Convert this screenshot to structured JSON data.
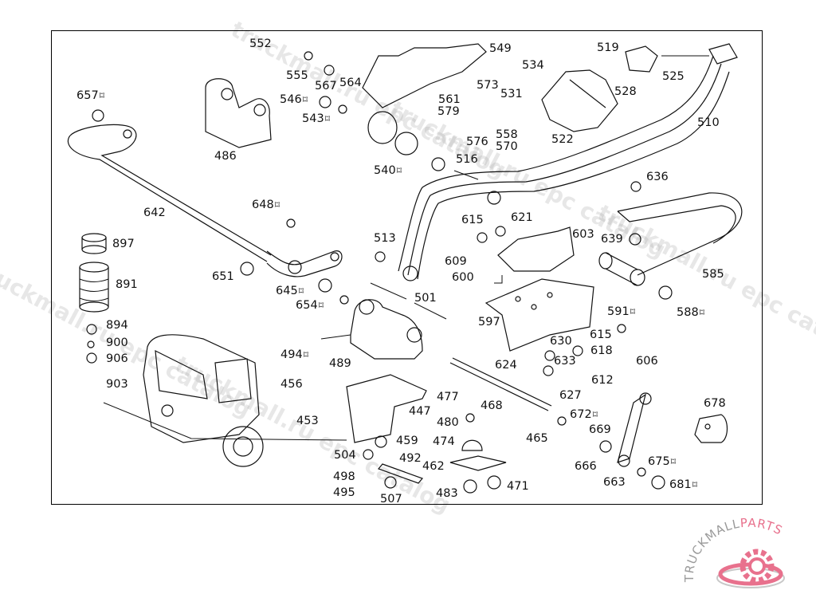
{
  "diagram": {
    "title": "Spring suspension / stabilizer parts diagram",
    "marker_symbol": "⌑",
    "labels": [
      {
        "id": "552",
        "text": "552",
        "marked": false
      },
      {
        "id": "555",
        "text": "555",
        "marked": false
      },
      {
        "id": "567",
        "text": "567",
        "marked": false
      },
      {
        "id": "564",
        "text": "564",
        "marked": false
      },
      {
        "id": "546",
        "text": "546",
        "marked": true
      },
      {
        "id": "543",
        "text": "543",
        "marked": true
      },
      {
        "id": "549",
        "text": "549",
        "marked": false
      },
      {
        "id": "534",
        "text": "534",
        "marked": false
      },
      {
        "id": "573",
        "text": "573",
        "marked": false
      },
      {
        "id": "531",
        "text": "531",
        "marked": false
      },
      {
        "id": "561",
        "text": "561",
        "marked": false
      },
      {
        "id": "579",
        "text": "579",
        "marked": false
      },
      {
        "id": "576",
        "text": "576",
        "marked": false
      },
      {
        "id": "558",
        "text": "558",
        "marked": false
      },
      {
        "id": "570",
        "text": "570",
        "marked": false
      },
      {
        "id": "540",
        "text": "540",
        "marked": true
      },
      {
        "id": "516",
        "text": "516",
        "marked": false
      },
      {
        "id": "519",
        "text": "519",
        "marked": false
      },
      {
        "id": "525",
        "text": "525",
        "marked": false
      },
      {
        "id": "528",
        "text": "528",
        "marked": false
      },
      {
        "id": "522",
        "text": "522",
        "marked": false
      },
      {
        "id": "510",
        "text": "510",
        "marked": false
      },
      {
        "id": "657",
        "text": "657",
        "marked": true
      },
      {
        "id": "486",
        "text": "486",
        "marked": false
      },
      {
        "id": "636",
        "text": "636",
        "marked": false
      },
      {
        "id": "642",
        "text": "642",
        "marked": false
      },
      {
        "id": "648",
        "text": "648",
        "marked": true
      },
      {
        "id": "615a",
        "text": "615",
        "marked": false
      },
      {
        "id": "621",
        "text": "621",
        "marked": false
      },
      {
        "id": "603",
        "text": "603",
        "marked": false
      },
      {
        "id": "639",
        "text": "639",
        "marked": false
      },
      {
        "id": "513",
        "text": "513",
        "marked": false
      },
      {
        "id": "609",
        "text": "609",
        "marked": false
      },
      {
        "id": "600",
        "text": "600",
        "marked": false
      },
      {
        "id": "585",
        "text": "585",
        "marked": false
      },
      {
        "id": "897",
        "text": "897",
        "marked": false
      },
      {
        "id": "891",
        "text": "891",
        "marked": false
      },
      {
        "id": "651",
        "text": "651",
        "marked": false
      },
      {
        "id": "645",
        "text": "645",
        "marked": true
      },
      {
        "id": "654",
        "text": "654",
        "marked": true
      },
      {
        "id": "501",
        "text": "501",
        "marked": false
      },
      {
        "id": "591",
        "text": "591",
        "marked": true
      },
      {
        "id": "588",
        "text": "588",
        "marked": true
      },
      {
        "id": "597",
        "text": "597",
        "marked": false
      },
      {
        "id": "894",
        "text": "894",
        "marked": false
      },
      {
        "id": "900",
        "text": "900",
        "marked": false
      },
      {
        "id": "906",
        "text": "906",
        "marked": false
      },
      {
        "id": "494",
        "text": "494",
        "marked": true
      },
      {
        "id": "489",
        "text": "489",
        "marked": false
      },
      {
        "id": "615b",
        "text": "615",
        "marked": false
      },
      {
        "id": "630",
        "text": "630",
        "marked": false
      },
      {
        "id": "618",
        "text": "618",
        "marked": false
      },
      {
        "id": "606",
        "text": "606",
        "marked": false
      },
      {
        "id": "624",
        "text": "624",
        "marked": false
      },
      {
        "id": "633",
        "text": "633",
        "marked": false
      },
      {
        "id": "612",
        "text": "612",
        "marked": false
      },
      {
        "id": "903",
        "text": "903",
        "marked": false
      },
      {
        "id": "456",
        "text": "456",
        "marked": false
      },
      {
        "id": "477",
        "text": "477",
        "marked": false
      },
      {
        "id": "468",
        "text": "468",
        "marked": false
      },
      {
        "id": "627",
        "text": "627",
        "marked": false
      },
      {
        "id": "447",
        "text": "447",
        "marked": false
      },
      {
        "id": "453",
        "text": "453",
        "marked": false
      },
      {
        "id": "480",
        "text": "480",
        "marked": false
      },
      {
        "id": "672",
        "text": "672",
        "marked": true
      },
      {
        "id": "678",
        "text": "678",
        "marked": false
      },
      {
        "id": "669",
        "text": "669",
        "marked": false
      },
      {
        "id": "474",
        "text": "474",
        "marked": false
      },
      {
        "id": "465",
        "text": "465",
        "marked": false
      },
      {
        "id": "459",
        "text": "459",
        "marked": false
      },
      {
        "id": "504",
        "text": "504",
        "marked": false
      },
      {
        "id": "492",
        "text": "492",
        "marked": false
      },
      {
        "id": "462",
        "text": "462",
        "marked": false
      },
      {
        "id": "666",
        "text": "666",
        "marked": false
      },
      {
        "id": "675",
        "text": "675",
        "marked": true
      },
      {
        "id": "498",
        "text": "498",
        "marked": false
      },
      {
        "id": "495",
        "text": "495",
        "marked": false
      },
      {
        "id": "507",
        "text": "507",
        "marked": false
      },
      {
        "id": "483",
        "text": "483",
        "marked": false
      },
      {
        "id": "471",
        "text": "471",
        "marked": false
      },
      {
        "id": "663",
        "text": "663",
        "marked": false
      },
      {
        "id": "681",
        "text": "681",
        "marked": true
      }
    ]
  },
  "watermarks": [
    "truckmall.ru epc catalog",
    "truckmall.ru epc catalog",
    "truckmall.ru epc catalog",
    "truckmall.ru epc catalog",
    "truckmall.ru epc catalog"
  ],
  "logo": {
    "text_main": "TRUCKMALL",
    "text_accent": "PARTS",
    "accent_color": "#e8718d",
    "main_color": "#9a9a9a"
  }
}
